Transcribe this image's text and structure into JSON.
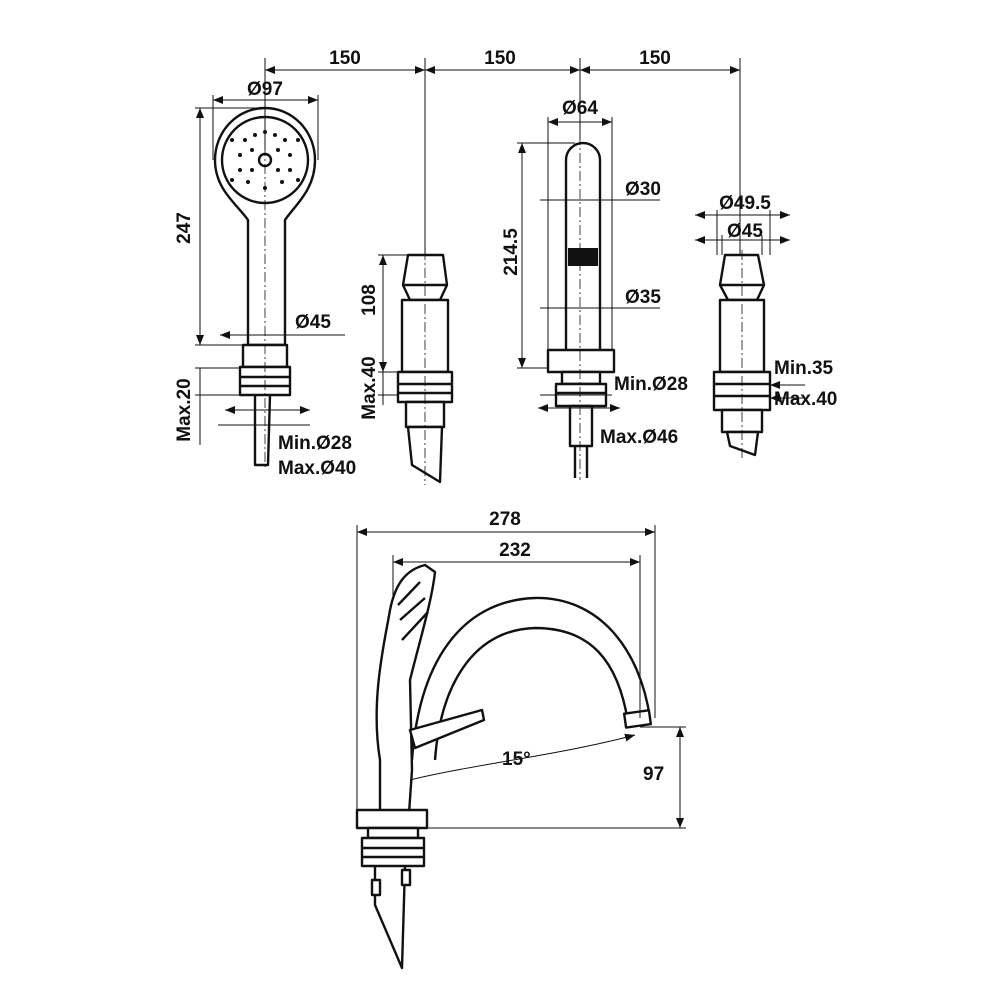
{
  "title": "Bath mixer 4-hole installation drawing",
  "top_view": {
    "spacing": [
      "150",
      "150",
      "150"
    ],
    "hand_shower": {
      "head_diameter": "Ø97",
      "height": "247",
      "handle_diameter": "Ø45",
      "max_thickness": "Max.20",
      "min_hole": "Min.Ø28",
      "max_hole": "Max.Ø40"
    },
    "valve_left": {
      "height": "108",
      "max_thickness": "Max.40"
    },
    "spout": {
      "base_diameter": "Ø64",
      "tip_diameter": "Ø30",
      "height": "214.5",
      "body_diameter": "Ø35",
      "min_hole": "Min.Ø28",
      "max_hole": "Max.Ø46"
    },
    "valve_right": {
      "outer_diameter": "Ø49.5",
      "inner_diameter": "Ø45",
      "min_thickness": "Min.35",
      "max_thickness": "Max.40"
    }
  },
  "side_view": {
    "total_reach": "278",
    "spout_reach": "232",
    "angle": "15°",
    "outlet_height": "97"
  }
}
